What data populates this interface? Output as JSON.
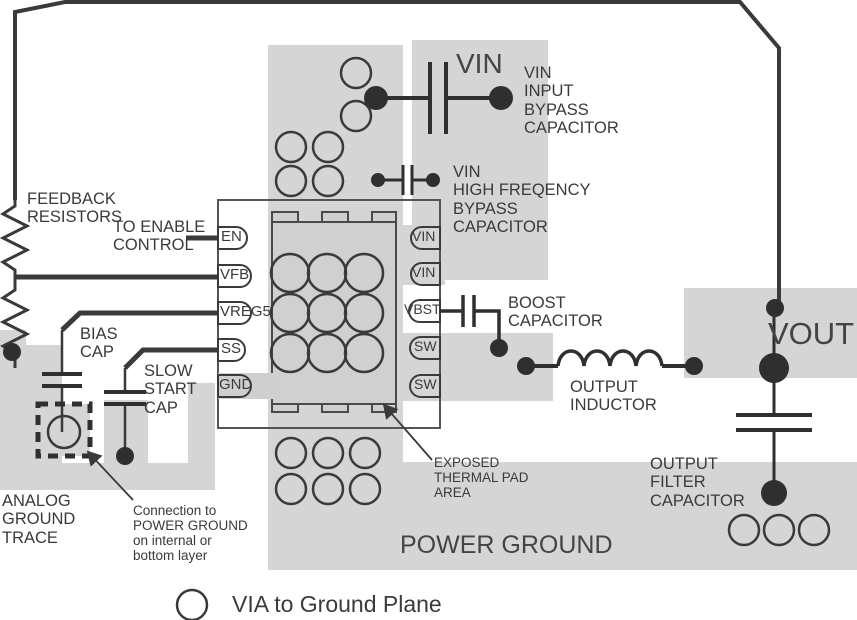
{
  "diagram": {
    "title": "Buck converter PCB layout guideline",
    "colors": {
      "plane_fill": "#d5d5d5",
      "trace": "#3a3a3a",
      "text": "#3a3a3a",
      "background": "#ffffff",
      "via_stroke": "#3a3a3a",
      "pad_fill": "#d5d5d5"
    }
  },
  "planes": [
    {
      "name": "vin-plane",
      "label": "VIN"
    },
    {
      "name": "vout-plane",
      "label": "VOUT"
    },
    {
      "name": "power-ground-plane",
      "label": "POWER GROUND"
    },
    {
      "name": "analog-ground-plane",
      "label": ""
    }
  ],
  "plane_labels": {
    "vin": "VIN",
    "vout": "VOUT",
    "power_ground": "POWER GROUND"
  },
  "ic": {
    "left_pins": [
      "EN",
      "VFB",
      "VREG5",
      "SS",
      "GND"
    ],
    "right_pins": [
      "VIN",
      "VIN",
      "VBST",
      "SW",
      "SW"
    ],
    "thermal_pad_via_rows": 3,
    "thermal_pad_via_cols": 3
  },
  "annotations": {
    "feedback_resistors": "FEEDBACK\nRESISTORS",
    "to_enable_control": "TO ENABLE\nCONTROL",
    "bias_cap": "BIAS\nCAP",
    "slow_start_cap": "SLOW\nSTART\nCAP",
    "analog_ground_trace": "ANALOG\nGROUND\nTRACE",
    "connection_to_power_ground": "Connection to\nPOWER GROUND\non internal or\nbottom layer",
    "vin_input_bypass_capacitor": "VIN\nINPUT\nBYPASS\nCAPACITOR",
    "vin_high_frequency_bypass_capacitor": "VIN\nHIGH FREQENCY\nBYPASS\nCAPACITOR",
    "boost_capacitor": "BOOST\nCAPACITOR",
    "output_inductor": "OUTPUT\nINDUCTOR",
    "output_filter_capacitor": "OUTPUT\nFILTER\nCAPACITOR",
    "exposed_thermal_pad_area": "EXPOSED\nTHERMAL PAD\nAREA"
  },
  "legend": {
    "symbol": "via-circle",
    "text": "VIA to Ground Plane"
  },
  "via_groups": [
    {
      "name": "vias-above-ic-upper-right",
      "count": 2
    },
    {
      "name": "vias-above-ic-block",
      "count": 4
    },
    {
      "name": "vias-below-ic-block",
      "count": 6
    },
    {
      "name": "vias-thermal-pad",
      "count": 9
    },
    {
      "name": "vias-output-filter",
      "count": 3
    },
    {
      "name": "via-analog-ground",
      "count": 1
    }
  ]
}
